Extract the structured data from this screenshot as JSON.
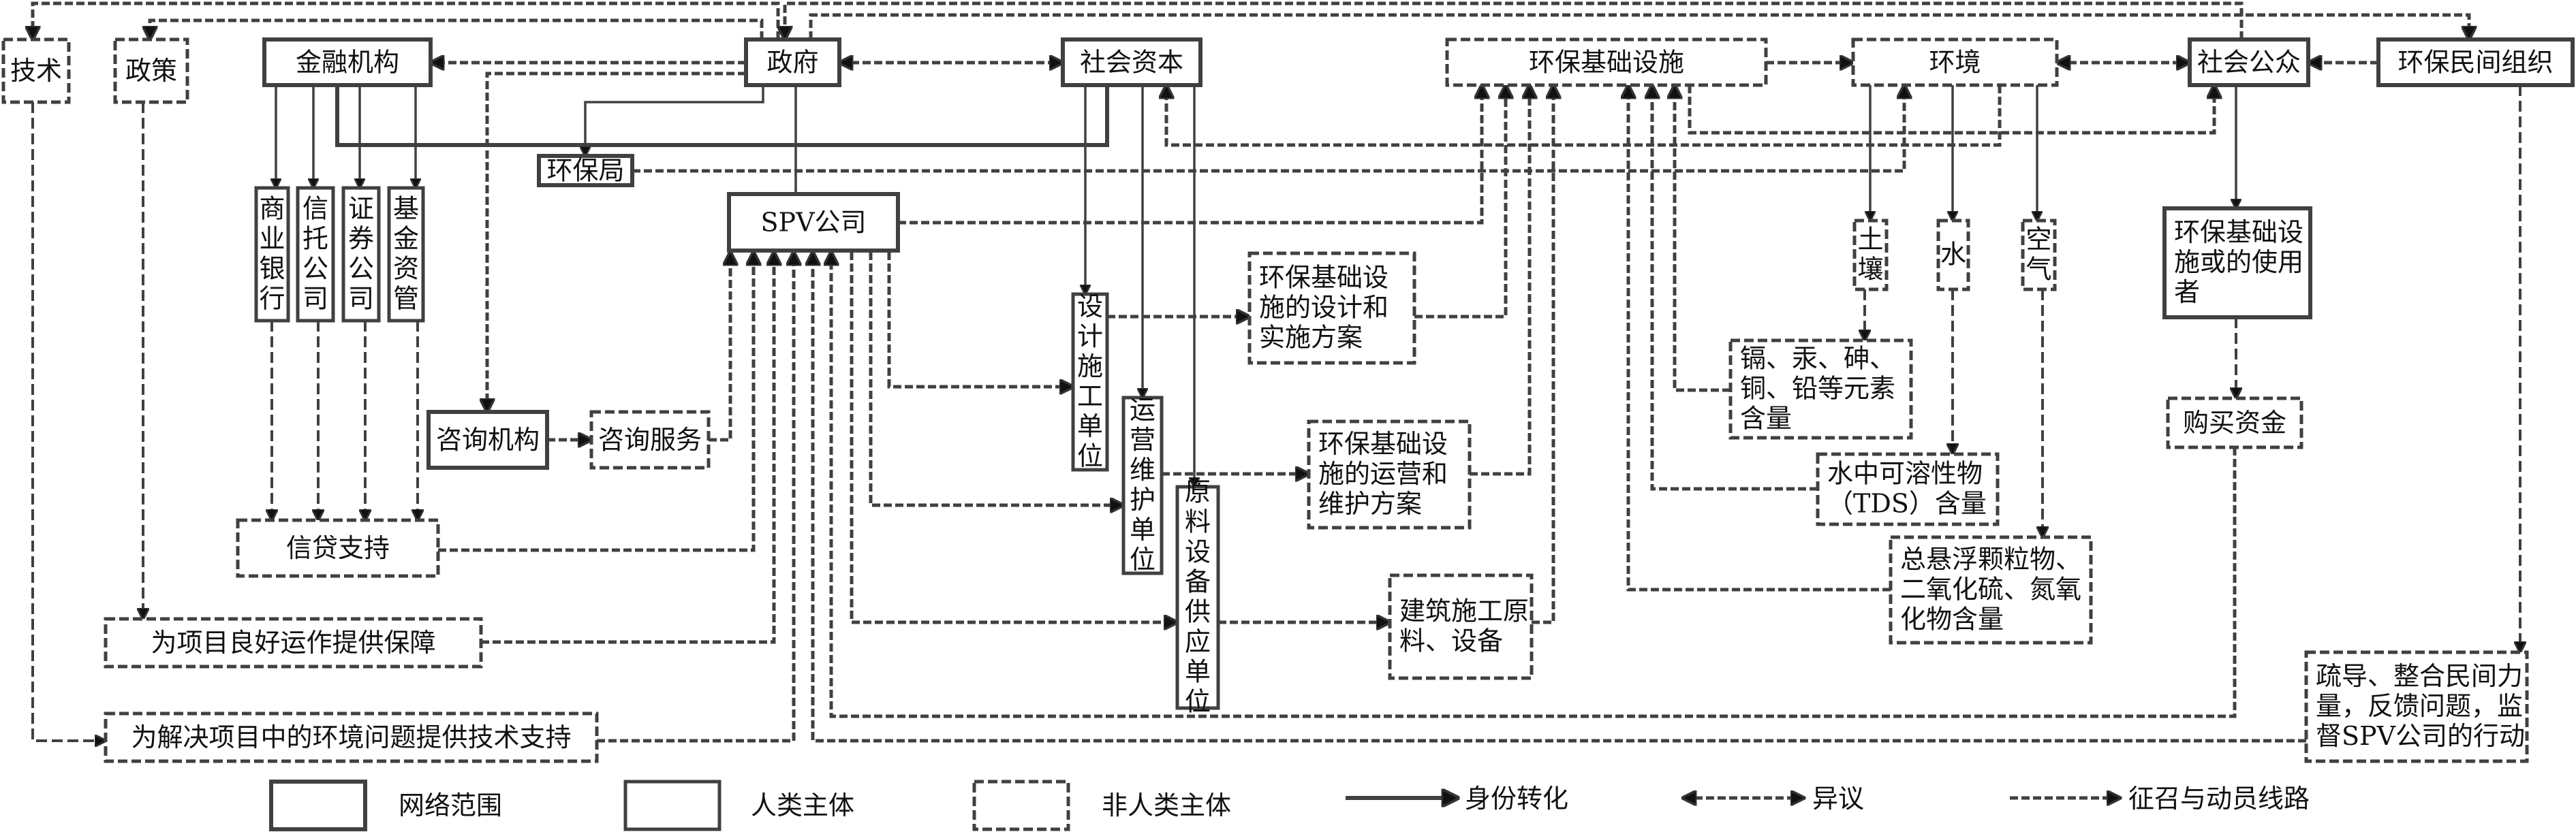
{
  "diagram": {
    "nodes": {
      "jishu": {
        "label": "技术",
        "type": "non-human"
      },
      "zhengce": {
        "label": "政策",
        "type": "non-human"
      },
      "jinrong": {
        "label": "金融机构",
        "type": "human"
      },
      "zhengfu": {
        "label": "政府",
        "type": "human"
      },
      "shehuiziben": {
        "label": "社会资本",
        "type": "human"
      },
      "huanbaosheshi": {
        "label": "环保基础设施",
        "type": "non-human"
      },
      "huanjing": {
        "label": "环境",
        "type": "non-human"
      },
      "shehuigongzhong": {
        "label": "社会公众",
        "type": "human"
      },
      "minjianzuzhi": {
        "label": "环保民间组织",
        "type": "human"
      },
      "huanbaoju": {
        "label": "环保局",
        "type": "human"
      },
      "spv": {
        "label": "SPV公司",
        "type": "network"
      },
      "shangyeyinhang": {
        "label": "商业银行",
        "type": "human"
      },
      "xintuo": {
        "label": "信托公司",
        "type": "human"
      },
      "zhengquan": {
        "label": "证券公司",
        "type": "human"
      },
      "jijinziguan": {
        "label": "基金资管",
        "type": "human"
      },
      "zixunjigou": {
        "label": "咨询机构",
        "type": "human"
      },
      "zixunfuwu": {
        "label": "咨询服务",
        "type": "non-human"
      },
      "xindai": {
        "label": "信贷支持",
        "type": "non-human"
      },
      "baozhang": {
        "label": "为项目良好运作提供保障",
        "type": "non-human"
      },
      "jishuzhichi": {
        "label": "为解决项目中的环境问题提供技术支持",
        "type": "non-human"
      },
      "sheji": {
        "label": "设计施工单位",
        "type": "human"
      },
      "yunying": {
        "label": "运营维护单位",
        "type": "human"
      },
      "yuanliao": {
        "label": "原料设备供应单位",
        "type": "human"
      },
      "shejifangan": {
        "lines": [
          "环保基础设",
          "施的设计和",
          "实施方案"
        ],
        "type": "non-human"
      },
      "yunyingfangan": {
        "lines": [
          "环保基础设",
          "施的运营和",
          "维护方案"
        ],
        "type": "non-human"
      },
      "jianzhu": {
        "lines": [
          "建筑施工原",
          "料、设备"
        ],
        "type": "non-human"
      },
      "turang": {
        "label": "土壤",
        "type": "non-human"
      },
      "shui": {
        "label": "水",
        "type": "non-human"
      },
      "kongqi": {
        "label": "空气",
        "type": "non-human"
      },
      "zhongjinshu": {
        "lines": [
          "镉、汞、砷、",
          "铜、铅等元素",
          "含量"
        ],
        "type": "non-human"
      },
      "tds": {
        "lines": [
          "水中可溶性物",
          "（TDS）含量"
        ],
        "type": "non-human"
      },
      "kongqiwuran": {
        "lines": [
          "总悬浮颗粒物、",
          "二氧化硫、氮氧",
          "化物含量"
        ],
        "type": "non-human"
      },
      "shiyongzhe": {
        "lines": [
          "环保基础设",
          "施或的使用",
          "者"
        ],
        "type": "human"
      },
      "goumai": {
        "label": "购买资金",
        "type": "non-human"
      },
      "shudao": {
        "lines": [
          "疏导、整合民间力",
          "量，反馈问题，监",
          "督SPV公司的行动"
        ],
        "type": "non-human"
      }
    },
    "legend": {
      "network_scope": "网络范围",
      "human_actor": "人类主体",
      "non_human_actor": "非人类主体",
      "identity_transform": "身份转化",
      "dispute": "异议",
      "recruit_mobilize": "征召与动员线路"
    }
  }
}
